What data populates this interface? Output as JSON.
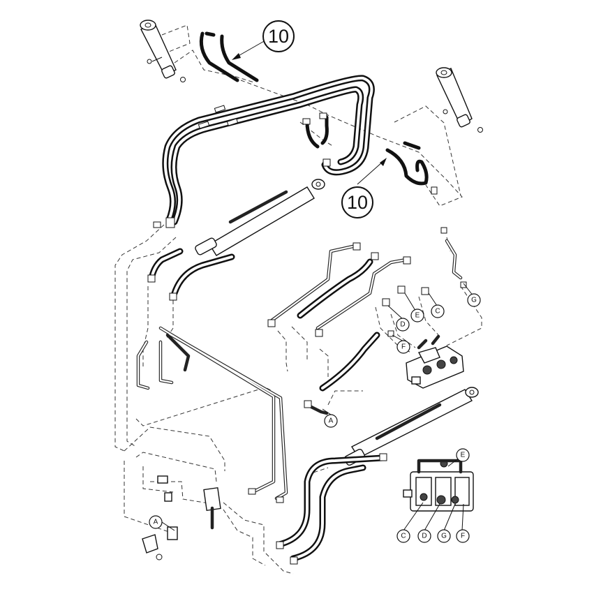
{
  "callouts": {
    "item_10_top": "10",
    "item_10_right": "10",
    "a_center": "A",
    "a_bottom": "A",
    "c_upper": "C",
    "d_upper": "D",
    "e_upper": "E",
    "f_upper": "F",
    "g_upper": "G",
    "e_lower": "E",
    "c_lower": "C",
    "d_lower": "D",
    "g_lower": "G",
    "f_lower": "F"
  }
}
